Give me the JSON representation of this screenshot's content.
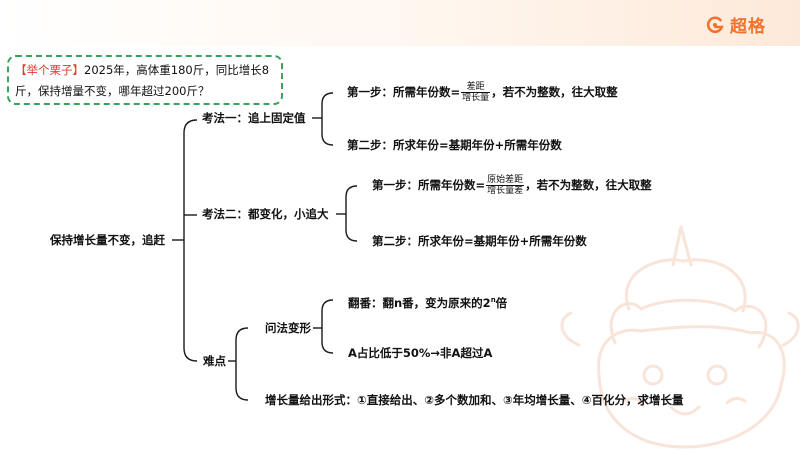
{
  "brand": {
    "name": "超格",
    "color": "#f0722d"
  },
  "example": {
    "tag": "【举个栗子】",
    "text": "2025年，高体重180斤，同比增长8斤，保持增量不变，哪年超过200斤？"
  },
  "root": "保持增长量不变，追赶",
  "method1": {
    "title": "考法一：追上固定值",
    "step1": {
      "prefix": "第一步：所需年份数=",
      "num": "差距",
      "den": "增长量",
      "suffix": "，若不为整数，往大取整"
    },
    "step2": "第二步：所求年份=基期年份+所需年份数"
  },
  "method2": {
    "title": "考法二：都变化，小追大",
    "step1": {
      "prefix": "第一步：所需年份数=",
      "num": "原始差距",
      "den": "增长量差",
      "suffix": "，若不为整数，往大取整"
    },
    "step2": "第二步：所求年份=基期年份+所需年份数"
  },
  "difficulty": {
    "title": "难点",
    "variant": {
      "title": "问法变形",
      "item1": {
        "prefix": "翻番：翻n番，变为原来的2",
        "sup": "n",
        "suffix": "倍"
      },
      "item2": "A占比低于50%→非A超过A"
    },
    "forms": "增长量给出形式：①直接给出、②多个数加和、③年均增长量、④百化分，求增长量"
  },
  "colors": {
    "accent": "#f0722d",
    "example_border": "#37a35b",
    "tag": "#e23b2e"
  }
}
